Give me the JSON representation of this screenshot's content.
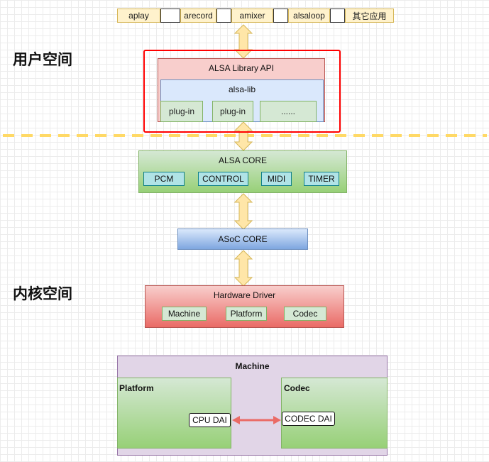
{
  "apps": [
    "aplay",
    "arecord",
    "amixer",
    "alsaloop",
    "其它应用"
  ],
  "labels": {
    "user_space": "用户空间",
    "kernel_space": "内核空间"
  },
  "user_lib": {
    "title": "ALSA Library API",
    "inner_title": "alsa-lib",
    "plugins": [
      "plug-in",
      "plug-in",
      "......"
    ]
  },
  "alsa_core": {
    "title": "ALSA CORE",
    "items": [
      "PCM",
      "CONTROL",
      "MIDI",
      "TIMER"
    ]
  },
  "asoc_core": {
    "title": "ASoC CORE"
  },
  "hardware_driver": {
    "title": "Hardware Driver",
    "items": [
      "Machine",
      "Platform",
      "Codec"
    ]
  },
  "machine": {
    "title": "Machine",
    "platform": {
      "title": "Platform",
      "dai": "CPU DAI"
    },
    "codec": {
      "title": "Codec",
      "dai": "CODEC DAI"
    }
  },
  "colors": {
    "highlight": "#ff0000",
    "divider": "#ffd966",
    "arrow_fill": "#ffe6a8",
    "arrow_stroke": "#d6b656",
    "dai_link": "#ea6b66"
  }
}
